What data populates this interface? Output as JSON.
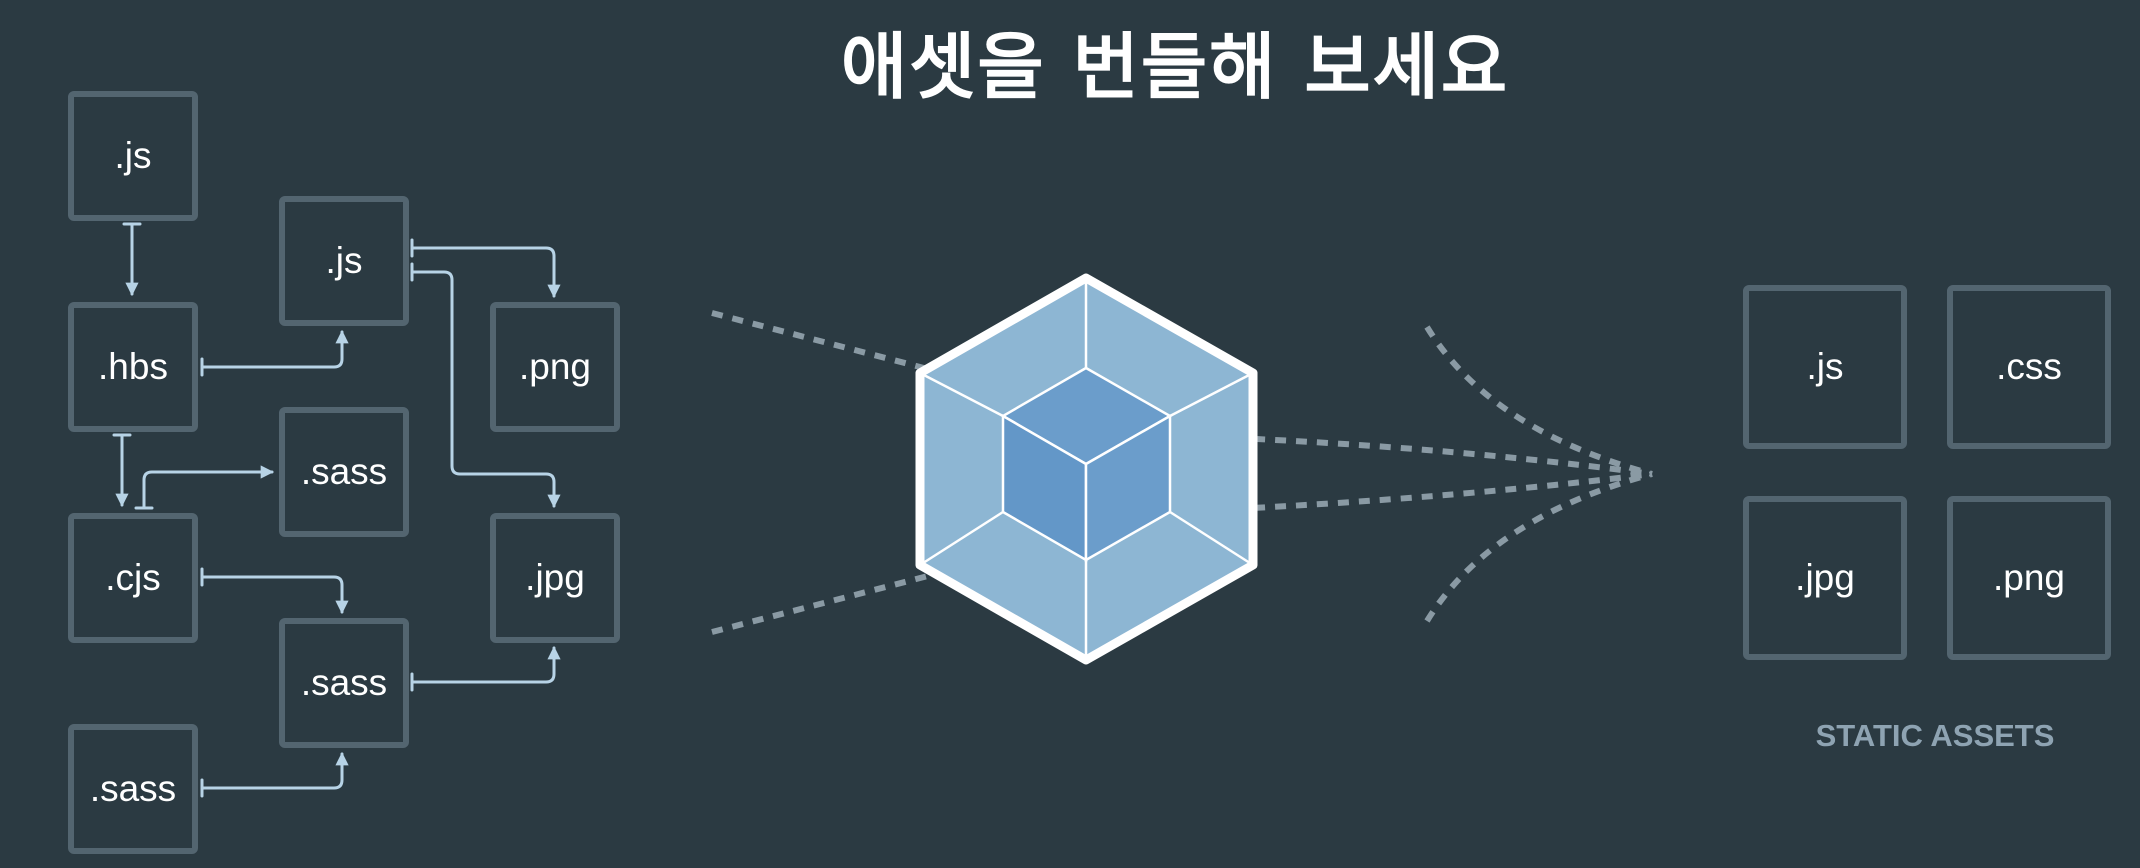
{
  "title": "애셋을 번들해 보세요",
  "sources": [
    {
      "id": "js1",
      "label": ".js"
    },
    {
      "id": "hbs",
      "label": ".hbs"
    },
    {
      "id": "cjs",
      "label": ".cjs"
    },
    {
      "id": "sass4",
      "label": ".sass"
    },
    {
      "id": "js2",
      "label": ".js"
    },
    {
      "id": "sass1",
      "label": ".sass"
    },
    {
      "id": "sass2",
      "label": ".sass"
    },
    {
      "id": "png",
      "label": ".png"
    },
    {
      "id": "jpg",
      "label": ".jpg"
    }
  ],
  "outputs": [
    {
      "id": "out-js",
      "label": ".js"
    },
    {
      "id": "out-css",
      "label": ".css"
    },
    {
      "id": "out-jpg",
      "label": ".jpg"
    },
    {
      "id": "out-png",
      "label": ".png"
    }
  ],
  "static_label": "STATIC ASSETS",
  "colors": {
    "background": "#2b3a42",
    "box_border": "#536570",
    "arrow": "#b7d3e6",
    "dotted": "#8a9aa4",
    "cube_outer": "#8db6d3",
    "cube_inner": "#6b9dcb",
    "cube_stroke": "#ffffff",
    "label_muted": "#8ea3b2"
  }
}
